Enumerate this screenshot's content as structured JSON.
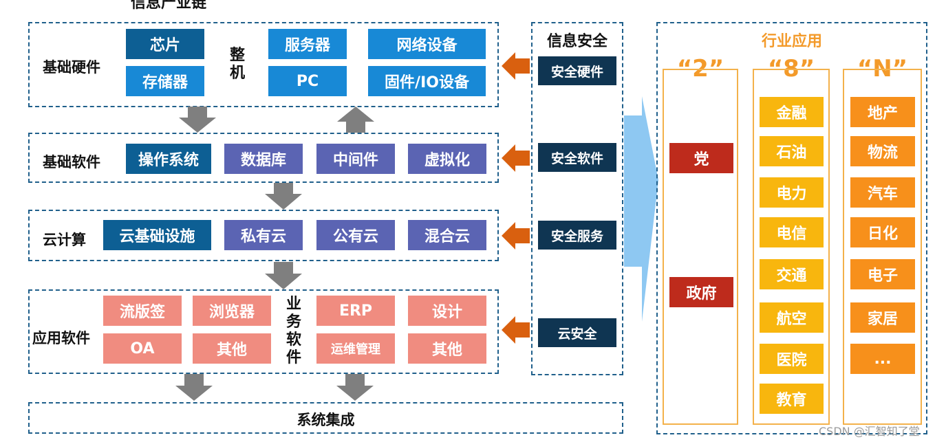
{
  "top_fragment": "信息产业链",
  "hardware": {
    "label": "基础硬件",
    "chip": "芯片",
    "storage": "存储器",
    "whole": "整机",
    "server": "服务器",
    "pc": "PC",
    "network": "网络设备",
    "firmware": "固件/IO设备"
  },
  "software": {
    "label": "基础软件",
    "items": [
      "操作系统",
      "数据库",
      "中间件",
      "虚拟化"
    ]
  },
  "cloud": {
    "label": "云计算",
    "items": [
      "云基础设施",
      "私有云",
      "公有云",
      "混合云"
    ]
  },
  "apps": {
    "label": "应用软件",
    "flow": "流版签",
    "browser": "浏览器",
    "oa": "OA",
    "other1": "其他",
    "business": "业务软件",
    "erp": "ERP",
    "design": "设计",
    "ops": "运维管理",
    "other2": "其他"
  },
  "integration": "系统集成",
  "security": {
    "title": "信息安全",
    "items": [
      "安全硬件",
      "安全软件",
      "安全服务",
      "云安全"
    ]
  },
  "industry": {
    "title": "行业应用",
    "col2": {
      "head": "“2”",
      "items": [
        "党",
        "政府"
      ]
    },
    "col8": {
      "head": "“8”",
      "items": [
        "金融",
        "石油",
        "电力",
        "电信",
        "交通",
        "航空",
        "医院",
        "教育"
      ]
    },
    "colN": {
      "head": "“N”",
      "items": [
        "地产",
        "物流",
        "汽车",
        "日化",
        "电子",
        "家居",
        "..."
      ]
    }
  },
  "watermark": "CSDN @汇智知了堂",
  "colors": {
    "dark_blue": "#0d5f94",
    "light_blue": "#1889d6",
    "purple": "#5b64b3",
    "salmon": "#f08c80",
    "navy": "#0f3552",
    "red": "#be2b1c",
    "yellow": "#f8b60e",
    "orange": "#f7901b",
    "arrow_orange": "#d9600f",
    "arrow_gray": "#7f7f7f"
  }
}
